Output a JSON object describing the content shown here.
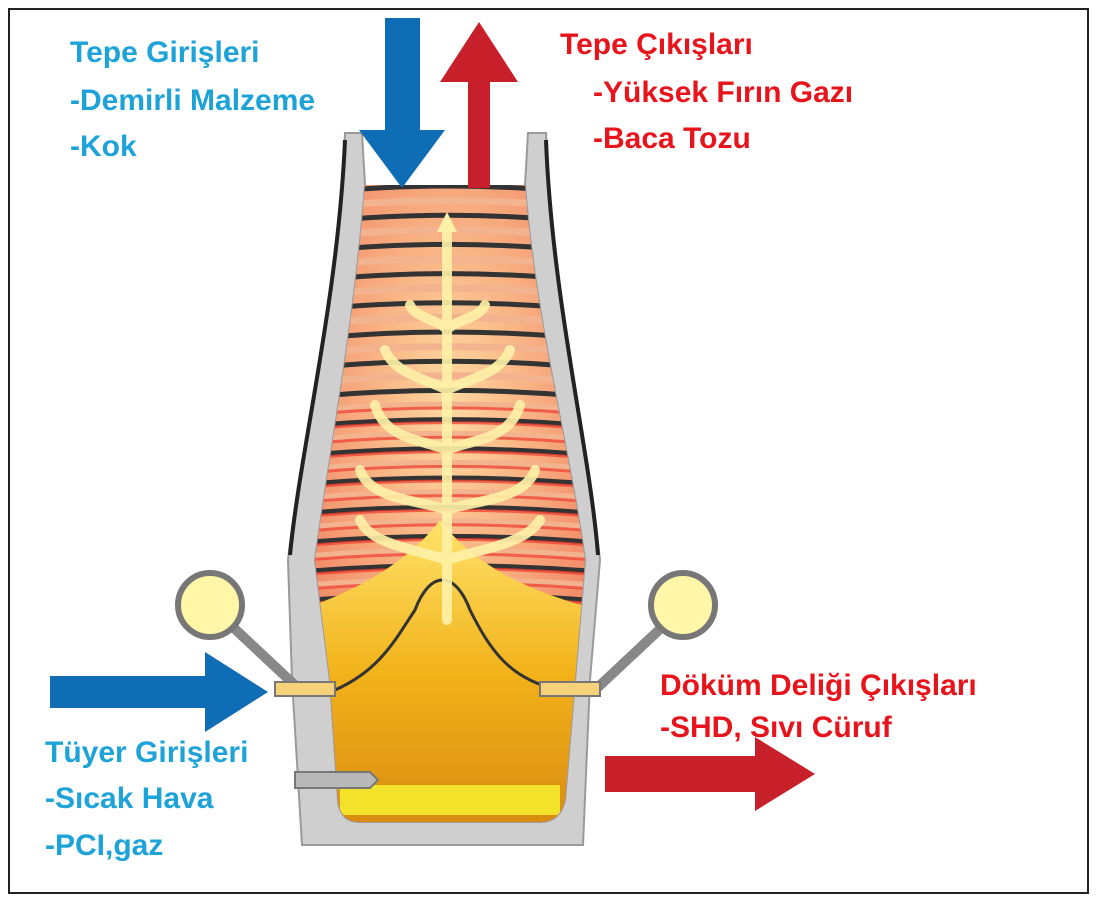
{
  "colors": {
    "text_blue": "#1ea3d9",
    "text_red": "#e8141c",
    "arrow_blue": "#0f6db5",
    "arrow_red": "#c8202a",
    "shell_gray": "#cfcfcf",
    "burden_dark": "#333333",
    "burden_light": "#f2b38e",
    "hot_red": "#ef3b2c",
    "melt_yellow": "#f7c838",
    "liquid_yellow": "#f2e22a",
    "gas_flow": "#fff2a8"
  },
  "labels": {
    "top_inputs": {
      "title": "Tepe Girişleri",
      "items": [
        "-Demirli Malzeme",
        "-Kok"
      ]
    },
    "top_outputs": {
      "title": "Tepe Çıkışları",
      "items": [
        "-Yüksek Fırın Gazı",
        "-Baca Tozu"
      ]
    },
    "tuyere_inputs": {
      "title": "Tüyer Girişleri",
      "items": [
        "-Sıcak Hava",
        "-PCI,gaz"
      ]
    },
    "taphole_outputs": {
      "title": "Döküm Deliği  Çıkışları",
      "items": [
        "-SHD, Sıvı Cüruf"
      ]
    }
  },
  "icons": {
    "arrow_down": "arrow-down-icon",
    "arrow_up": "arrow-up-icon",
    "arrow_right": "arrow-right-icon"
  }
}
